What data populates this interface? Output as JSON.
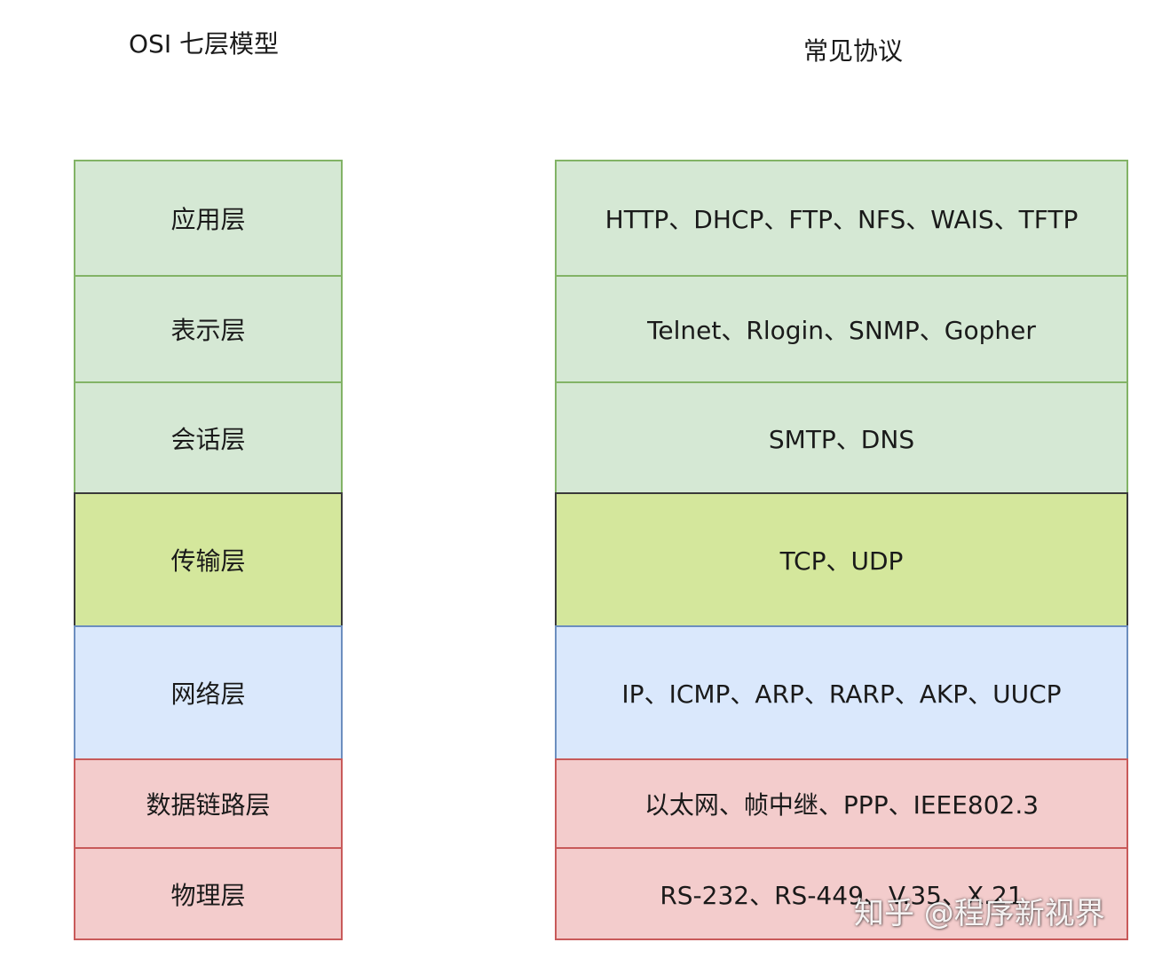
{
  "headings": {
    "left": "OSI 七层模型",
    "right": "常见协议"
  },
  "layers": [
    {
      "name": "应用层",
      "protocols": "HTTP、DHCP、FTP、NFS、WAIS、TFTP",
      "color": "#d5e8d4"
    },
    {
      "name": "表示层",
      "protocols": "Telnet、Rlogin、SNMP、Gopher",
      "color": "#d5e8d4"
    },
    {
      "name": "会话层",
      "protocols": "SMTP、DNS",
      "color": "#d5e8d4"
    },
    {
      "name": "传输层",
      "protocols": "TCP、UDP",
      "color": "#d4e79c"
    },
    {
      "name": "网络层",
      "protocols": "IP、ICMP、ARP、RARP、AKP、UUCP",
      "color": "#dae8fc"
    },
    {
      "name": "数据链路层",
      "protocols": "以太网、帧中继、PPP、IEEE802.3",
      "color": "#f3cccc"
    },
    {
      "name": "物理层",
      "protocols": "RS-232、RS-449、V.35、X.21",
      "color": "#f3cccc"
    }
  ],
  "watermark": "知乎 @程序新视界"
}
